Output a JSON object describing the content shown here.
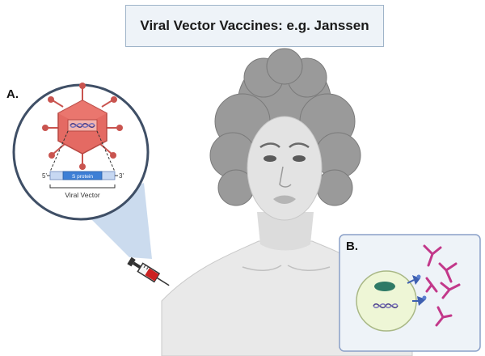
{
  "title": "Viral Vector Vaccines: e.g. Janssen",
  "panel_a": {
    "label": "A.",
    "five_prime": "5'",
    "three_prime": "3'",
    "gene_label": "S protein",
    "vector_label": "Viral Vector"
  },
  "panel_b": {
    "label": "B."
  },
  "colors": {
    "title_bg": "#eef3f8",
    "title_border": "#9fb4c9",
    "virus_red": "#d9534f",
    "gene_blue": "#3d7fd6",
    "antibody_magenta": "#c2388a",
    "cell_green": "#eef6d6",
    "panel_b_border": "#8aa0c8",
    "syringe_red": "#cc2222"
  }
}
